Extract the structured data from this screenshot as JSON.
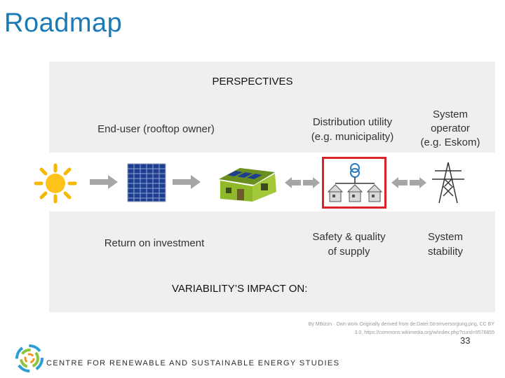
{
  "slide": {
    "title": "Roadmap",
    "perspectives_label": "PERSPECTIVES",
    "perspectives": {
      "end_user": "End-user (rooftop owner)",
      "distribution_utility": [
        "Distribution utility",
        "(e.g. municipality)"
      ],
      "system_operator": [
        "System",
        "operator",
        "(e.g. Eskom)"
      ]
    },
    "impacts": {
      "end_user": "Return on investment",
      "distribution_utility": [
        "Safety & quality",
        "of supply"
      ],
      "system_operator": [
        "System",
        "stability"
      ]
    },
    "variability_label": "VARIABILITY’S IMPACT ON:",
    "credit": [
      "By MBizon · Own work Originally derived from de:Datei:Stromversorgung.png, CC BY",
      "3.0, https://commons.wikimedia.org/w/index.php?curid=9576855"
    ],
    "footer": "CENTRE FOR RENEWABLE AND SUSTAINABLE ENERGY STUDIES",
    "page_number": "33"
  },
  "icons": [
    "sun-icon",
    "solar-panel-icon",
    "house-with-panels-icon",
    "substation-icon",
    "transmission-tower-icon",
    "logo-icon"
  ],
  "colors": {
    "title": "#1a7ab8",
    "highlight": "#d9232a",
    "panel": "#efefef"
  }
}
